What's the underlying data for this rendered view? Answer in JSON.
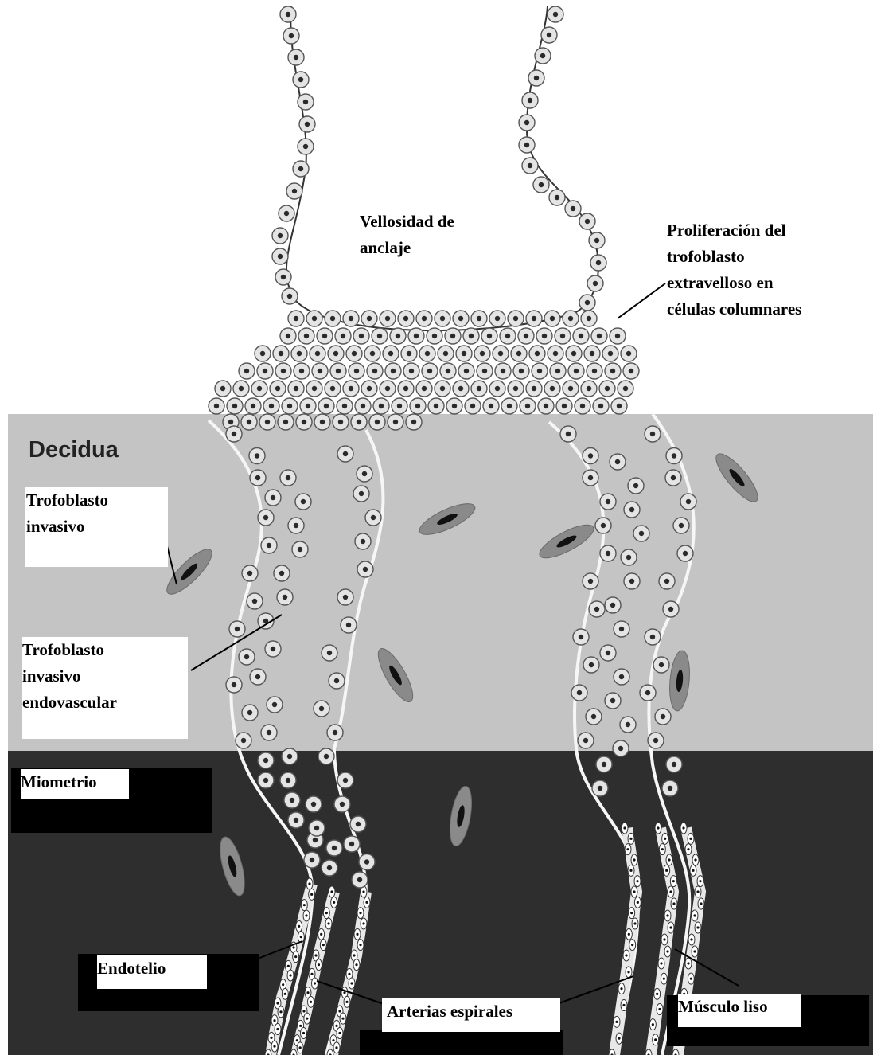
{
  "figure": {
    "colors": {
      "background": "#ffffff",
      "decidua": "#c4c4c4",
      "myometrium": "#2e2e2e",
      "cell_fill": "#e4e4e4",
      "cell_nucleus": "#2a2a2a",
      "vessel_wall": "#f6f6f6",
      "stromal_cell": "#8a8a8a"
    },
    "layers": [
      {
        "id": "decidua",
        "label": "Decidua"
      },
      {
        "id": "myometrium",
        "label": "Miometrio"
      }
    ],
    "labels": {
      "villus": "Vellosidad de\nanclaje",
      "proliferation": "Proliferación del\ntrofoblasto\nextravelloso en\ncélulas columnares",
      "invasive": "Trofoblasto\ninvasivo",
      "endovascular": "Trofoblasto\ninvasivo\nendovascular",
      "endothelium": "Endotelio",
      "spiral_arteries": "Arterias espirales",
      "smooth_muscle": "Músculo liso"
    }
  }
}
